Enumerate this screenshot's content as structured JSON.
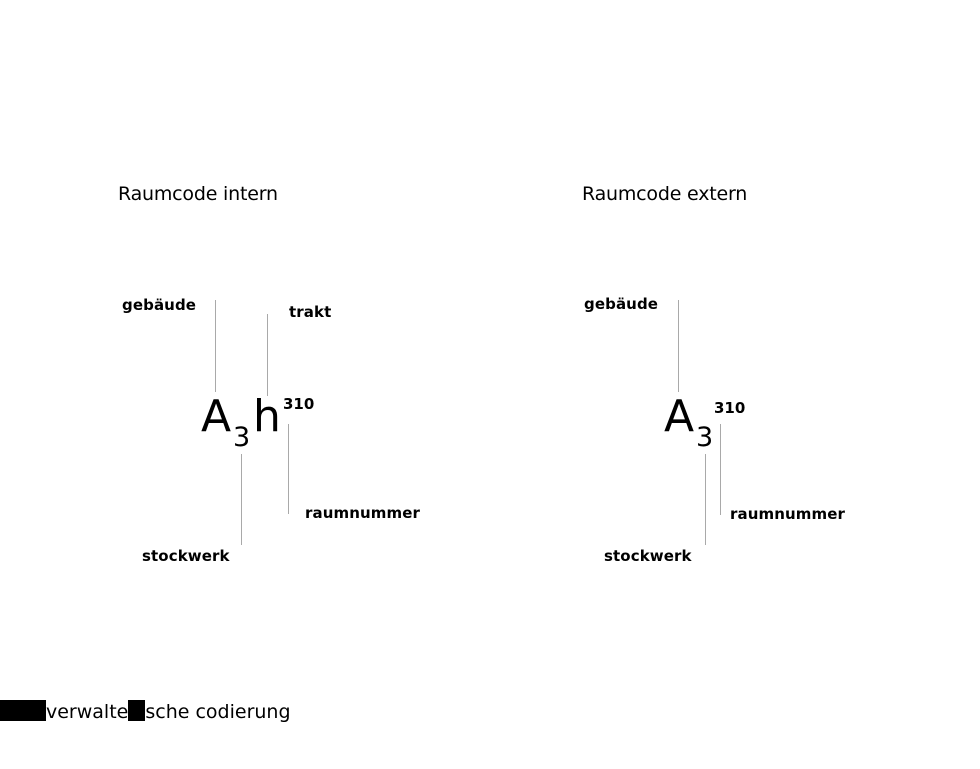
{
  "left": {
    "title": "Raumcode intern",
    "code_letter": "A",
    "code_sub": "3",
    "code_second": "h",
    "code_sup": "310",
    "labels": {
      "gebaeude": "gebäude",
      "trakt": "trakt",
      "raumnummer": "raumnummer",
      "stockwerk": "stockwerk"
    }
  },
  "right": {
    "title": "Raumcode extern",
    "code_letter": "A",
    "code_sub": "3",
    "code_sup": "310",
    "labels": {
      "gebaeude": "gebäude",
      "raumnummer": "raumnummer",
      "stockwerk": "stockwerk"
    }
  },
  "footer": {
    "part1": "verwalte",
    "part2": "sche codierung"
  }
}
